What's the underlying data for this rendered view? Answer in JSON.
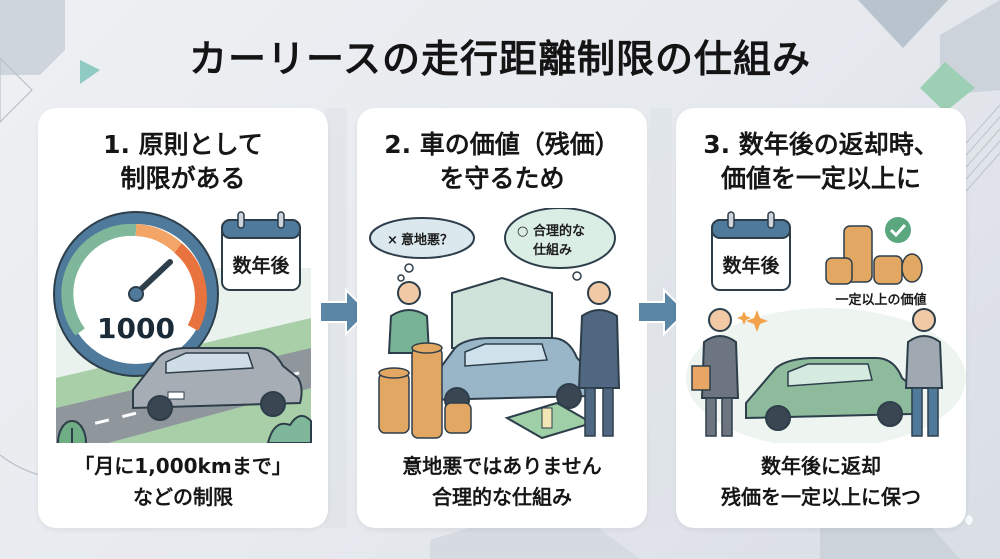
{
  "title": "カーリースの走行距離制限の仕組み",
  "colors": {
    "accent_blue": "#4f7a9b",
    "accent_green": "#7fb79a",
    "accent_orange": "#e8733f",
    "check_green": "#5aa67f",
    "text": "#161616",
    "card_bg": "#ffffff"
  },
  "steps": [
    {
      "title_lines": [
        "1. 原則として",
        "制限がある"
      ],
      "calendar_label": "数年後",
      "gauge_value": "1000",
      "caption_lines": [
        "「月に1,000kmまで」",
        "などの制限"
      ],
      "icons": [
        "speedometer-icon",
        "calendar-icon",
        "car-icon",
        "road-icon",
        "tree-icon"
      ]
    },
    {
      "title_lines": [
        "2. 車の価値（残価）",
        "を守るため"
      ],
      "bubble_left": {
        "mark": "×",
        "text": "意地悪？"
      },
      "bubble_right": {
        "mark": "○",
        "lines": [
          "合理的な",
          "仕組み"
        ]
      },
      "caption_lines": [
        "意地悪ではありません",
        "合理的な仕組み"
      ],
      "icons": [
        "shield-icon",
        "car-icon",
        "coin-stack-icon",
        "cash-bundle-icon",
        "customer-icon",
        "salesperson-icon"
      ]
    },
    {
      "title_lines": [
        "3. 数年後の返却時、",
        "価値を一定以上に"
      ],
      "calendar_label": "数年後",
      "coins_label": "一定以上の価値",
      "caption_lines": [
        "数年後に返却",
        "残価を一定以上に保つ"
      ],
      "icons": [
        "calendar-icon",
        "coin-stack-icon",
        "check-icon",
        "car-icon",
        "sparkle-icon",
        "salesperson-icon",
        "customer-icon"
      ]
    }
  ],
  "arrows": [
    "arrow-right-icon",
    "arrow-right-icon"
  ]
}
